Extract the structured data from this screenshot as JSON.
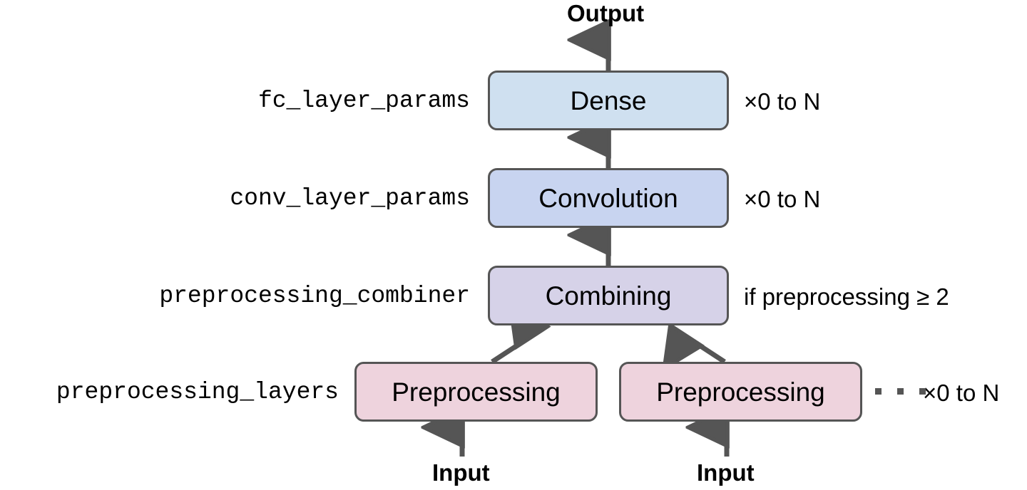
{
  "diagram": {
    "title": "ECD model architecture flow",
    "type": "flow-diagram",
    "terminals": {
      "output_label": "Output",
      "input_label_left": "Input",
      "input_label_right": "Input"
    },
    "nodes": [
      {
        "id": "dense",
        "label": "Dense",
        "param": "fc_layer_params",
        "note": "×0 to N",
        "fill": "#cfe0f0",
        "border": "#555555"
      },
      {
        "id": "convolution",
        "label": "Convolution",
        "param": "conv_layer_params",
        "note": "×0 to N",
        "fill": "#c8d4f0",
        "border": "#555555"
      },
      {
        "id": "combining",
        "label": "Combining",
        "param": "preprocessing_combiner",
        "note": "if preprocessing ≥ 2",
        "fill": "#d6d2e8",
        "border": "#555555"
      },
      {
        "id": "preprocessing-left",
        "label": "Preprocessing",
        "param": "preprocessing_layers",
        "note": "×0 to N",
        "fill": "#eed3dd",
        "border": "#555555"
      },
      {
        "id": "preprocessing-right",
        "label": "Preprocessing",
        "param": "",
        "note": "",
        "fill": "#eed3dd",
        "border": "#555555"
      }
    ],
    "ellipsis": "• • •",
    "arrow_color": "#555555",
    "background": "#ffffff"
  }
}
